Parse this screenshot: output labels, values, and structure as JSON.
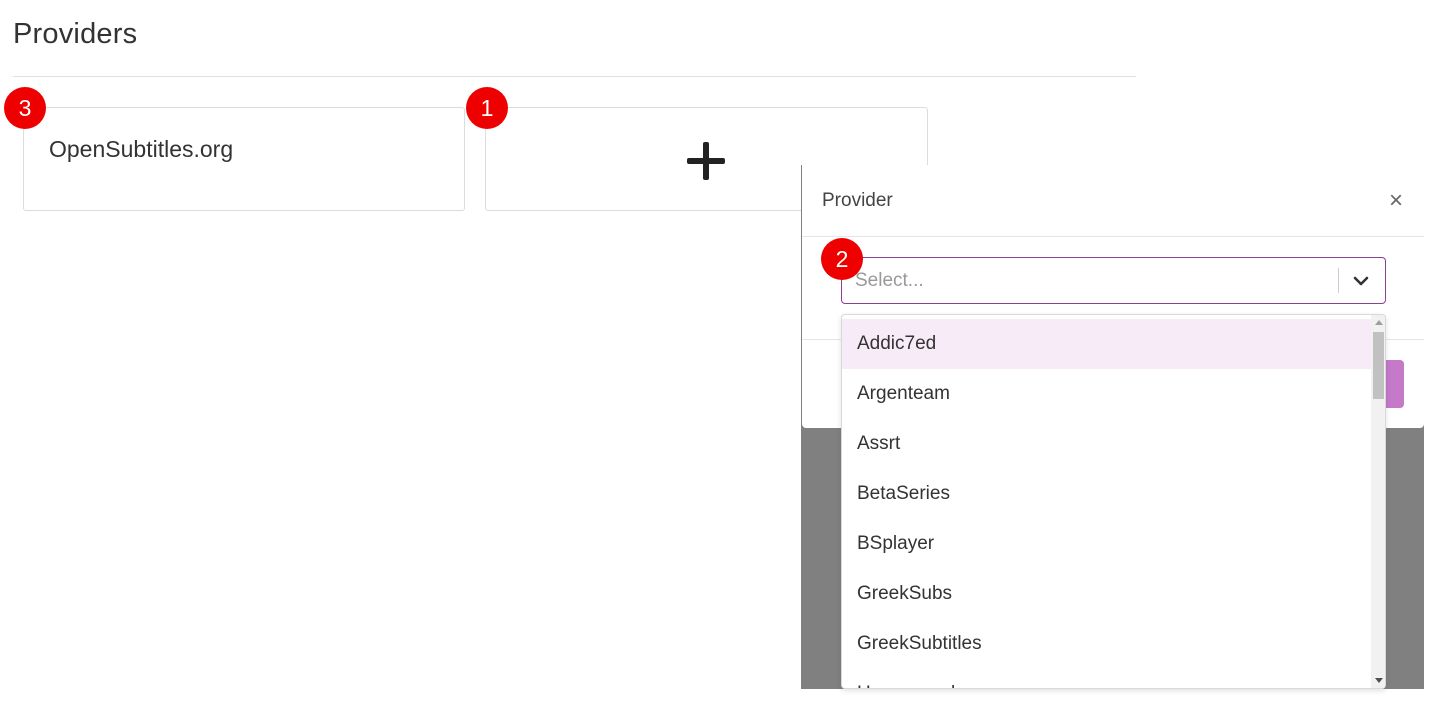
{
  "page": {
    "title": "Providers"
  },
  "cards": {
    "existing_provider": "OpenSubtitles.org"
  },
  "badges": {
    "add": "1",
    "select": "2",
    "card": "3"
  },
  "modal": {
    "title": "Provider",
    "close_glyph": "×",
    "select": {
      "placeholder": "Select..."
    }
  },
  "dropdown": {
    "options": [
      "Addic7ed",
      "Argenteam",
      "Assrt",
      "BetaSeries",
      "BSplayer",
      "GreekSubs",
      "GreekSubtitles",
      "Hosszupuska"
    ],
    "highlighted_option": "Addic7ed"
  },
  "colors": {
    "accent": "#8e3e93",
    "button": "#c479c9",
    "highlight": "#f6ebf6",
    "badge": "#ee0000",
    "backdrop": "#808080"
  },
  "icons": [
    "plus-icon",
    "close-icon",
    "chevron-down-icon"
  ]
}
